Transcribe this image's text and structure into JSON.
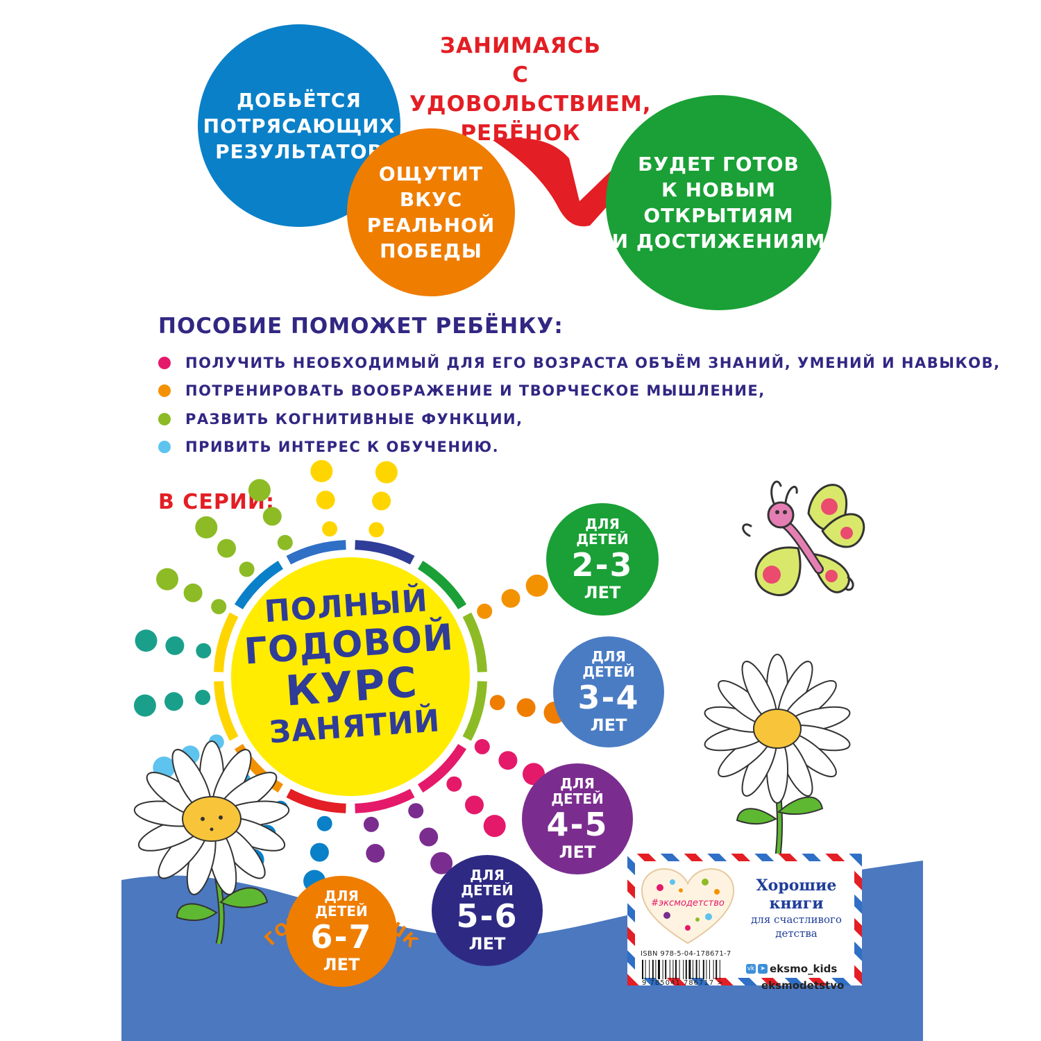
{
  "headline": [
    "ЗАНИМАЯСЬ",
    "С УДОВОЛЬСТВИЕМ,",
    "РЕБЁНОК"
  ],
  "benefits": {
    "blue": [
      "ДОБЬЁТСЯ",
      "ПОТРЯСАЮЩИХ",
      "РЕЗУЛЬТАТОВ"
    ],
    "orange": [
      "ОЩУТИТ",
      "ВКУС",
      "РЕАЛЬНОЙ",
      "ПОБЕДЫ"
    ],
    "green": [
      "БУДЕТ ГОТОВ",
      "К НОВЫМ",
      "ОТКРЫТИЯМ",
      "И ДОСТИЖЕНИЯМ"
    ]
  },
  "help": {
    "title": "ПОСОБИЕ ПОМОЖЕТ РЕБЁНКУ:",
    "items": [
      {
        "text": "ПОЛУЧИТЬ НЕОБХОДИМЫЙ ДЛЯ ЕГО ВОЗРАСТА ОБЪЁМ ЗНАНИЙ, УМЕНИЙ И НАВЫКОВ,",
        "color": "#e5196a"
      },
      {
        "text": "ПОТРЕНИРОВАТЬ ВООБРАЖЕНИЕ И ТВОРЧЕСКОЕ МЫШЛЕНИЕ,",
        "color": "#f39200"
      },
      {
        "text": "РАЗВИТЬ КОГНИТИВНЫЕ ФУНКЦИИ,",
        "color": "#8dbb25"
      },
      {
        "text": "ПРИВИТЬ ИНТЕРЕС К ОБУЧЕНИЮ.",
        "color": "#5ec3ee"
      }
    ]
  },
  "series": {
    "label": "В СЕРИИ:",
    "course_title": [
      "ПОЛНЫЙ",
      "ГОДОВОЙ",
      "КУРС",
      "ЗАНЯТИЙ"
    ],
    "school_prep": "ПОДГОТОВКА К ШКОЛЕ",
    "ages": [
      {
        "line1": "ДЛЯ",
        "line2": "ДЕТЕЙ",
        "range": "2-3",
        "unit": "ЛЕТ",
        "color": "#1aa036"
      },
      {
        "line1": "ДЛЯ",
        "line2": "ДЕТЕЙ",
        "range": "3-4",
        "unit": "ЛЕТ",
        "color": "#4a7cc4"
      },
      {
        "line1": "ДЛЯ",
        "line2": "ДЕТЕЙ",
        "range": "4-5",
        "unit": "ЛЕТ",
        "color": "#7b2d8f"
      },
      {
        "line1": "ДЛЯ",
        "line2": "ДЕТЕЙ",
        "range": "5-6",
        "unit": "ЛЕТ",
        "color": "#2e2a84"
      },
      {
        "line1": "ДЛЯ",
        "line2": "ДЕТЕЙ",
        "range": "6-7",
        "unit": "ЛЕТ",
        "color": "#ef7d00"
      }
    ]
  },
  "card": {
    "hashtag": "#эксмодетство",
    "slogan": [
      "Хорошие",
      "книги",
      "для счастливого",
      "детства"
    ],
    "isbn": "ISBN 978-5-04-178671-7",
    "barcode_number": "9 785041 786717 >",
    "social_handle": "eksmo_kids",
    "site": "eksmodetstvo"
  },
  "colors": {
    "blue": "#0a80c8",
    "orange": "#ef7d00",
    "green": "#1aa036",
    "red": "#e31e24",
    "navy": "#312783",
    "bottom_band": "#4b78bf",
    "yellow": "#ffec00"
  }
}
